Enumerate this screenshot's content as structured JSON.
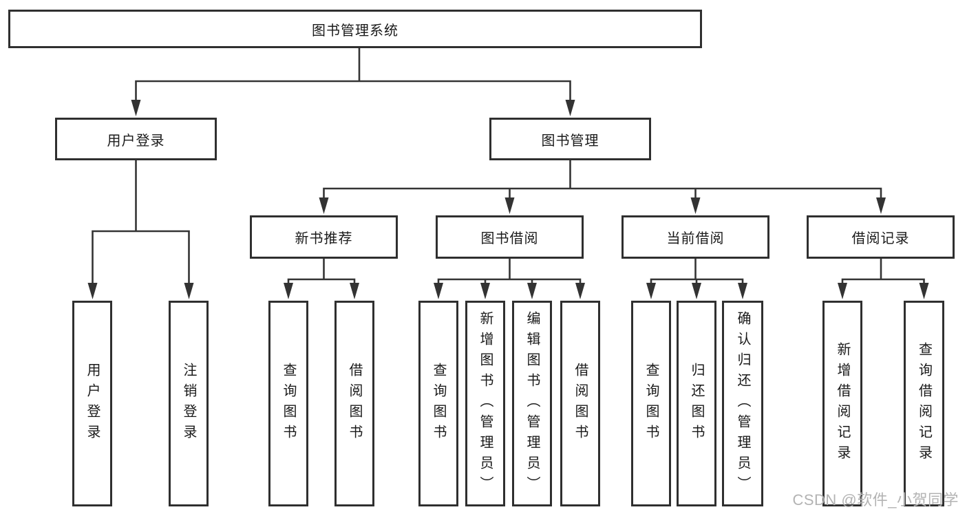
{
  "tree": {
    "root": {
      "label": "图书管理系统"
    },
    "children": [
      {
        "label": "用户登录",
        "children": [
          {
            "label": "用户登录"
          },
          {
            "label": "注销登录"
          }
        ]
      },
      {
        "label": "图书管理",
        "children": [
          {
            "label": "新书推荐",
            "children": [
              {
                "label": "查询图书"
              },
              {
                "label": "借阅图书"
              }
            ]
          },
          {
            "label": "图书借阅",
            "children": [
              {
                "label": "查询图书"
              },
              {
                "label": "新增图书（管理员）"
              },
              {
                "label": "编辑图书（管理员）"
              },
              {
                "label": "借阅图书"
              }
            ]
          },
          {
            "label": "当前借阅",
            "children": [
              {
                "label": "查询图书"
              },
              {
                "label": "归还图书"
              },
              {
                "label": "确认归还（管理员）"
              }
            ]
          },
          {
            "label": "借阅记录",
            "children": [
              {
                "label": "新增借阅记录"
              },
              {
                "label": "查询借阅记录"
              }
            ]
          }
        ]
      }
    ]
  },
  "watermark": {
    "text": "CSDN @软件_小贺同学"
  },
  "colors": {
    "line": "#343434",
    "box_border": "#2f2f2f",
    "box_fill": "#ffffff",
    "text": "#1a1a1a",
    "watermark": "#b3b3b3"
  }
}
